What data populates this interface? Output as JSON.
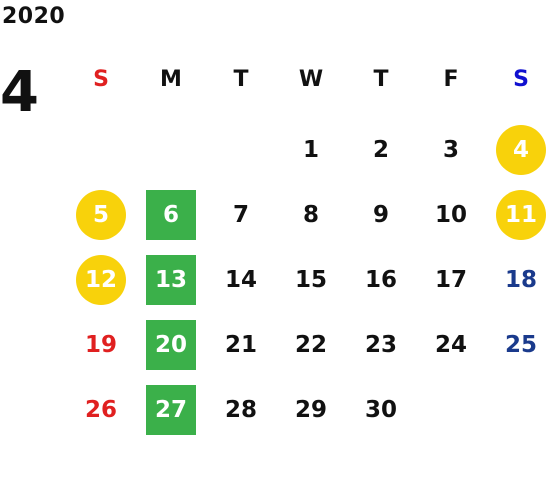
{
  "year": "2020",
  "month": "4",
  "weekdays": [
    "S",
    "M",
    "T",
    "W",
    "T",
    "F",
    "S"
  ],
  "weeks": [
    [
      "",
      "",
      "",
      "1",
      "2",
      "3",
      "4"
    ],
    [
      "5",
      "6",
      "7",
      "8",
      "9",
      "10",
      "11"
    ],
    [
      "12",
      "13",
      "14",
      "15",
      "16",
      "17",
      "18"
    ],
    [
      "19",
      "20",
      "21",
      "22",
      "23",
      "24",
      "25"
    ],
    [
      "26",
      "27",
      "28",
      "29",
      "30",
      "",
      ""
    ]
  ],
  "holiday_days": [
    "4",
    "5",
    "11",
    "12"
  ],
  "highlighted_days": [
    "6",
    "13",
    "20",
    "27"
  ],
  "colors": {
    "sunday": "#e02020",
    "saturday": "#1a3a8c",
    "saturday_header": "#1010d0",
    "holiday_fill": "#f8d20b",
    "highlight_fill": "#3bb04a",
    "text": "#111111"
  }
}
